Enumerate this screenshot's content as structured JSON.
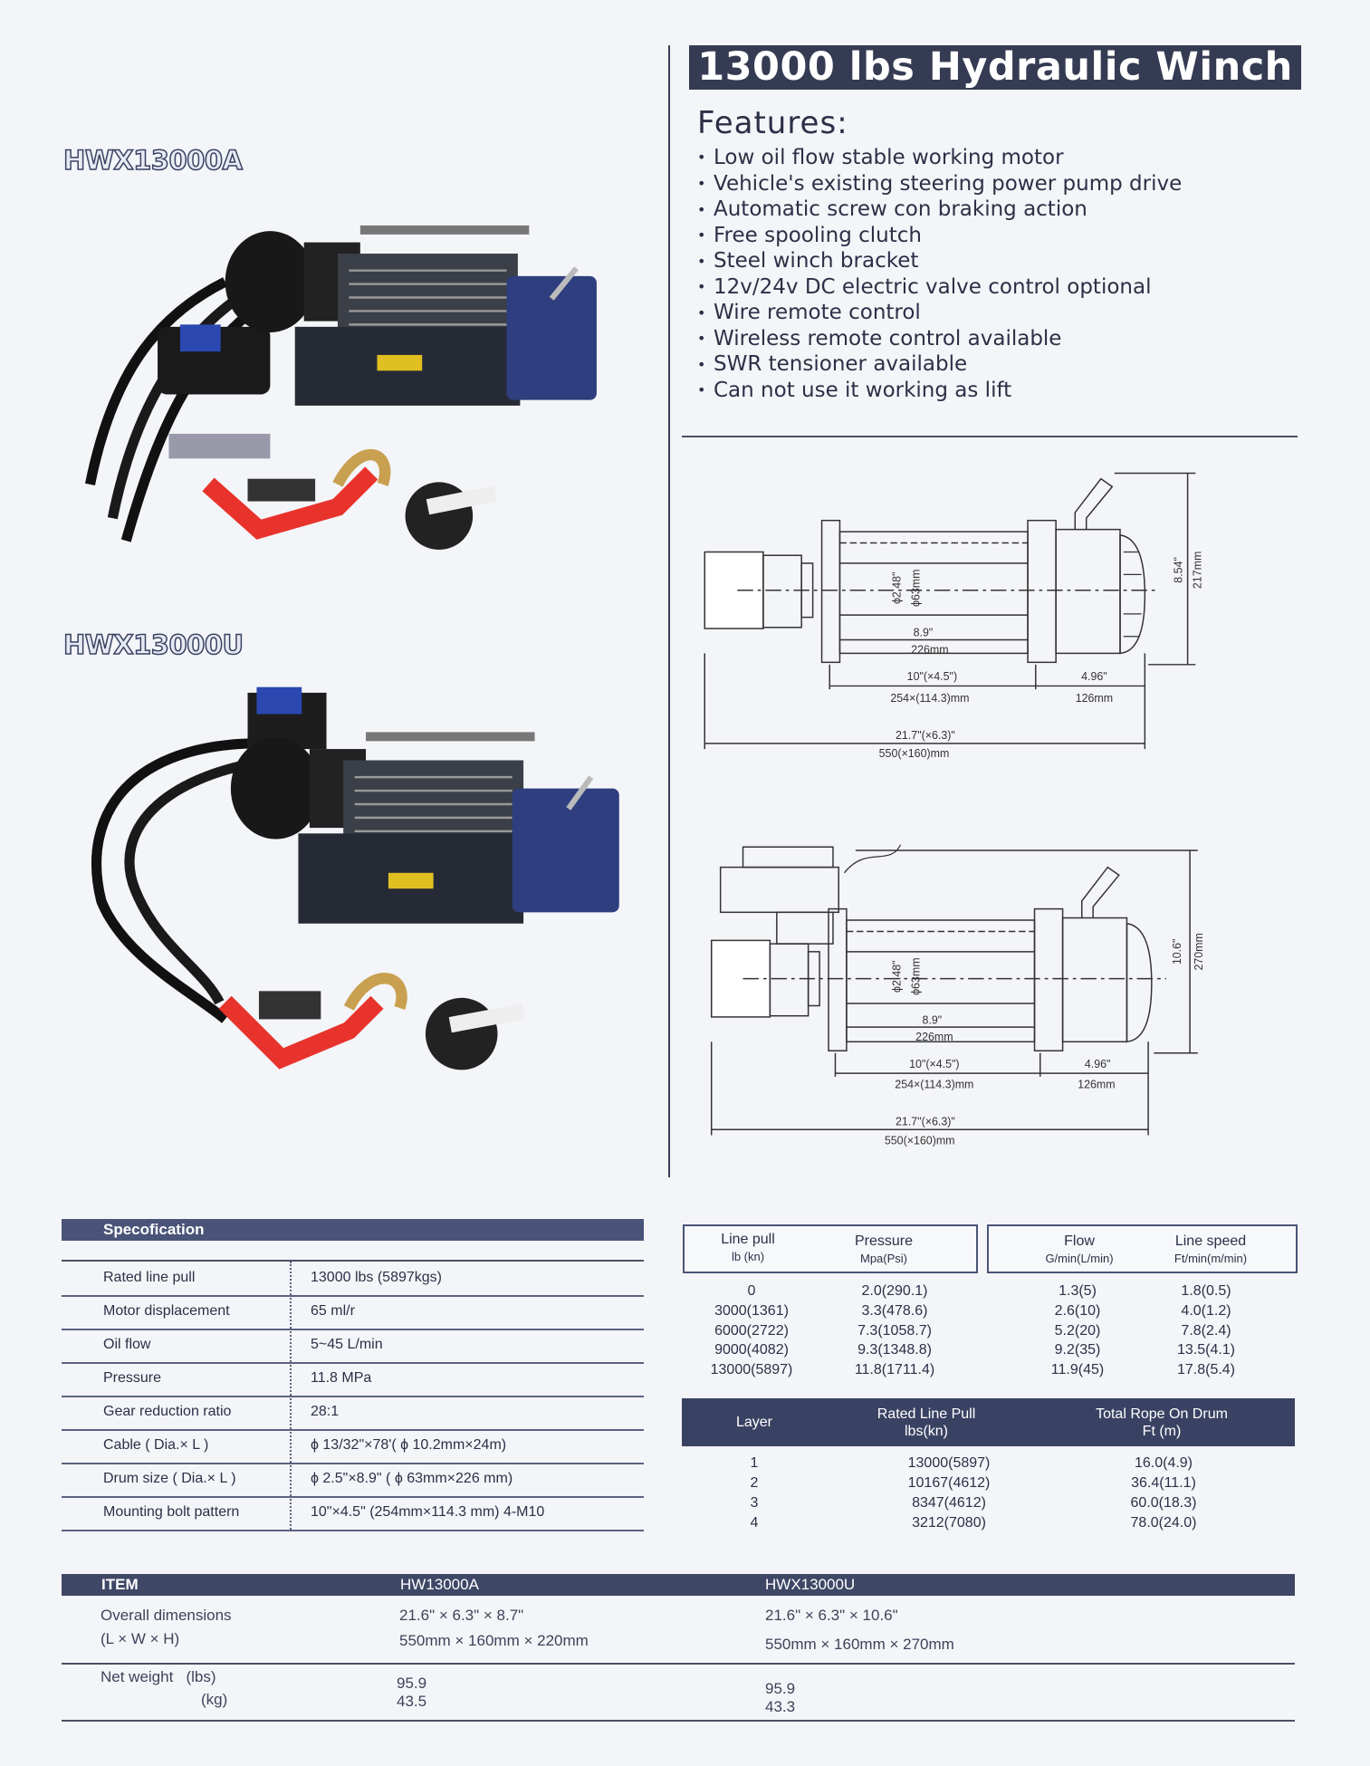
{
  "header": {
    "title": "13000 lbs Hydraulic Winch"
  },
  "features": {
    "heading": "Features:",
    "items": [
      "Low oil flow stable working motor",
      "Vehicle's existing steering power pump drive",
      "Automatic screw con braking action",
      "Free spooling clutch",
      "Steel winch bracket",
      "12v/24v DC electric valve control optional",
      "Wire remote control",
      "Wireless remote control  available",
      "SWR tensioner available",
      "Can not use it working as lift"
    ]
  },
  "models": {
    "a": "HWX13000A",
    "u": "HWX13000U"
  },
  "drawing_a": {
    "drum_dia_in": "ϕ2.48\"",
    "drum_dia_mm": "ϕ63mm",
    "drum_len_in": "8.9\"",
    "drum_len_mm": "226mm",
    "bolt_in": "10\"(×4.5\")",
    "bolt_mm": "254×(114.3)mm",
    "gear_in": "4.96\"",
    "gear_mm": "126mm",
    "total_in": "21.7\"(×6.3)\"",
    "total_mm": "550(×160)mm",
    "height_in": "8.54\"",
    "height_mm": "217mm"
  },
  "drawing_u": {
    "drum_dia_in": "ϕ2.48\"",
    "drum_dia_mm": "ϕ63mm",
    "drum_len_in": "8.9\"",
    "drum_len_mm": "226mm",
    "bolt_in": "10\"(×4.5\")",
    "bolt_mm": "254×(114.3)mm",
    "gear_in": "4.96\"",
    "gear_mm": "126mm",
    "total_in": "21.7\"(×6.3)\"",
    "total_mm": "550(×160)mm",
    "height_in": "10.6\"",
    "height_mm": "270mm"
  },
  "spec": {
    "title": "Specofication",
    "rows": [
      {
        "k": "Rated line pull",
        "v": "13000    lbs (5897kgs)"
      },
      {
        "k": "Motor displacement",
        "v": "65 ml/r"
      },
      {
        "k": "Oil flow",
        "v": "5~45 L/min"
      },
      {
        "k": "Pressure",
        "v": "11.8  MPa"
      },
      {
        "k": "Gear reduction ratio",
        "v": "28:1"
      },
      {
        "k": "Cable ( Dia.× L )",
        "v": "ϕ 13/32\"×78'( ϕ 10.2mm×24m)"
      },
      {
        "k": "Drum size ( Dia.× L )",
        "v": "ϕ 2.5\"×8.9\" ( ϕ 63mm×226 mm)"
      },
      {
        "k": "Mounting bolt pattern",
        "v": "10\"×4.5\" (254mm×114.3 mm) 4-M10"
      }
    ]
  },
  "performance": {
    "headers": [
      {
        "a": "Line pull",
        "b": "lb (kn)"
      },
      {
        "a": "Pressure",
        "b": "Mpa(Psi)"
      },
      {
        "a": "Flow",
        "b": "G/min(L/min)"
      },
      {
        "a": "Line speed",
        "b": "Ft/min(m/min)"
      }
    ],
    "line_pull": [
      "0",
      "3000(1361)",
      "6000(2722)",
      "9000(4082)",
      "13000(5897)"
    ],
    "pressure": [
      "2.0(290.1)",
      "3.3(478.6)",
      "7.3(1058.7)",
      "9.3(1348.8)",
      "11.8(1711.4)"
    ],
    "flow": [
      "1.3(5)",
      "2.6(10)",
      "5.2(20)",
      "9.2(35)",
      "11.9(45)"
    ],
    "speed": [
      "1.8(0.5)",
      "4.0(1.2)",
      "7.8(2.4)",
      "13.5(4.1)",
      "17.8(5.4)"
    ]
  },
  "layers": {
    "headers": {
      "layer": "Layer",
      "pull_a": "Rated  Line  Pull",
      "pull_b": "lbs(kn)",
      "rope_a": "Total Rope On Drum",
      "rope_b": "Ft (m)"
    },
    "layer": [
      "1",
      "2",
      "3",
      "4"
    ],
    "pull": [
      "13000(5897)",
      "10167(4612)",
      "8347(4612)",
      "3212(7080)"
    ],
    "rope": [
      "16.0(4.9)",
      "36.4(11.1)",
      "60.0(18.3)",
      "78.0(24.0)"
    ]
  },
  "items": {
    "headers": {
      "item": "ITEM",
      "a": "HW13000A",
      "u": "HWX13000U"
    },
    "dims_label_1": "Overall  dimensions",
    "dims_label_2": "(L × W × H)",
    "a_dims_in": "21.6\"  × 6.3\" × 8.7\"",
    "a_dims_mm": "550mm × 160mm × 220mm",
    "u_dims_in": "21.6\"  × 6.3\" × 10.6\"",
    "u_dims_mm": "550mm × 160mm × 270mm",
    "weight_label": "Net weight   (lbs)",
    "weight_kg_label": "(kg)",
    "a_lbs": "95.9",
    "a_kg": "43.5",
    "u_lbs": "95.9",
    "u_kg": "43.3"
  }
}
